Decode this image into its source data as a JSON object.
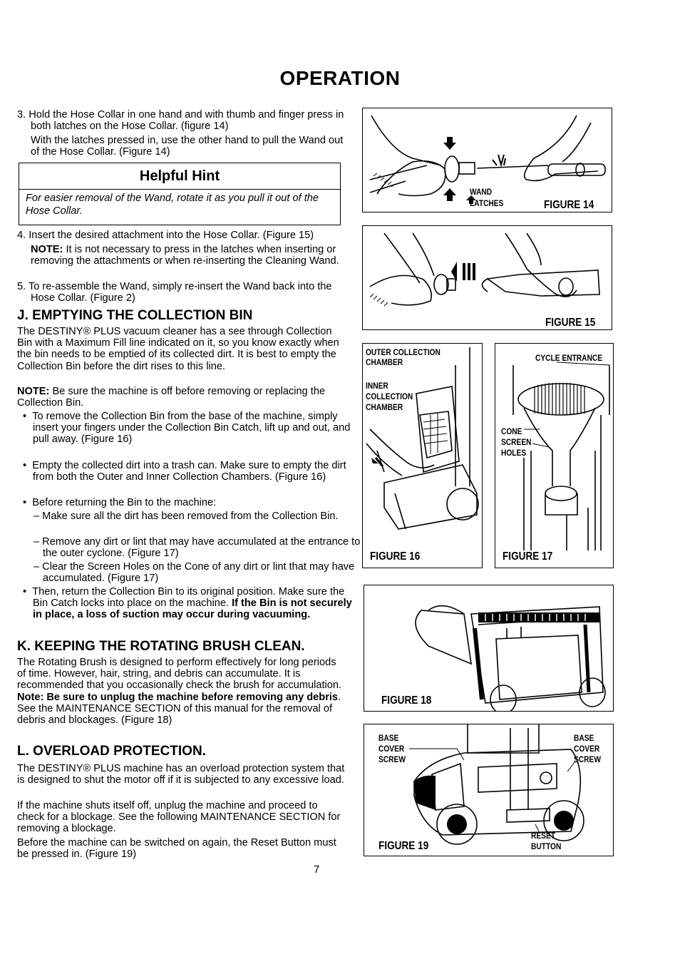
{
  "page_title": "OPERATION",
  "steps": {
    "s3": "3. Hold the Hose Collar in one hand and with thumb and finger press in both latches on the Hose Collar. (figure 14)",
    "s3b": "With the latches pressed in, use the other hand to pull the Wand out of the Hose Collar. (Figure 14)",
    "s4": "4. Insert the desired attachment into the Hose Collar. (Figure 15)",
    "s4_note_label": "NOTE:",
    "s4_note": " It is not necessary to press in the latches when inserting or removing the attachments or when re-inserting the Cleaning Wand.",
    "s5": "5. To re-assemble the Wand, simply re-insert the Wand back into the Hose Collar. (Figure 2)"
  },
  "hint": {
    "title": "Helpful Hint",
    "body": "For easier removal of the Wand, rotate it as you pull it out of the Hose Collar."
  },
  "section_j": {
    "heading": "J. EMPTYING THE COLLECTION BIN",
    "intro": "The DESTINY® PLUS vacuum cleaner has a see through Collection Bin with a Maximum Fill line indicated on it, so you know exactly when the bin needs to be emptied of its collected dirt. It is best to empty the Collection Bin before the dirt rises to this line.",
    "note_label": "NOTE:",
    "note": " Be sure the machine is off before removing or replacing the Collection Bin.",
    "b1": "To remove the Collection Bin from the base of the machine, simply insert your fingers under the Collection Bin Catch, lift up and out, and pull away. (Figure 16)",
    "b2": "Empty the collected dirt into a trash can. Make sure to empty the dirt from both the Outer and Inner Collection Chambers. (Figure 16)",
    "b3": "Before returning the Bin to the machine:",
    "d1": "– Make sure all the dirt has been removed from the Collection Bin.",
    "d2": "– Remove any dirt or lint that may have accumulated at the entrance to the outer cyclone. (Figure 17)",
    "d3": "– Clear the Screen Holes on the Cone of any dirt or lint that may have accumulated. (Figure 17)",
    "b4": "Then, return the Collection Bin to its original position. Make sure the Bin Catch locks into place on the machine. ",
    "b4_bold": "If the Bin is not securely in place, a loss of suction may occur during vacuuming."
  },
  "section_k": {
    "heading": "K. KEEPING THE ROTATING BRUSH CLEAN.",
    "body": "The Rotating Brush is designed to perform effectively for long periods of time. However, hair, string, and debris can accumulate. It is recommended that you occasionally check the brush for accumulation. ",
    "bold": "Note: Be sure to unplug the machine before removing any debris",
    "tail": ". See the MAINTENANCE SECTION of this manual for the removal of debris and blockages. (Figure 18)"
  },
  "section_l": {
    "heading": "L. OVERLOAD PROTECTION.",
    "p1": "The DESTINY® PLUS machine has an overload protection system that is designed to shut the motor off if it is subjected to any excessive load.",
    "p2": "If the machine shuts itself off, unplug the machine and proceed to check for a blockage. See the following MAINTENANCE SECTION for removing a blockage.",
    "p3": "Before the machine can be switched on again, the Reset Button must be pressed in. (Figure 19)"
  },
  "figures": {
    "f14": {
      "caption": "FIGURE 14",
      "label1": "WAND",
      "label2": "LATCHES"
    },
    "f15": {
      "caption": "FIGURE 15"
    },
    "f16": {
      "caption": "FIGURE 16",
      "label1a": "OUTER COLLECTION",
      "label1b": "CHAMBER",
      "label2a": "INNER",
      "label2b": "COLLECTION",
      "label2c": "CHAMBER"
    },
    "f17": {
      "caption": "FIGURE 17",
      "label1": "CYCLE ENTRANCE",
      "label2": "CONE",
      "label3a": "SCREEN",
      "label3b": "HOLES"
    },
    "f18": {
      "caption": "FIGURE 18"
    },
    "f19": {
      "caption": "FIGURE 19",
      "l1a": "BASE",
      "l1b": "COVER",
      "l1c": "SCREW",
      "r1a": "BASE",
      "r1b": "COVER",
      "r1c": "SCREW",
      "reset_a": "RESET",
      "reset_b": "BUTTON"
    }
  },
  "page_number": "7"
}
